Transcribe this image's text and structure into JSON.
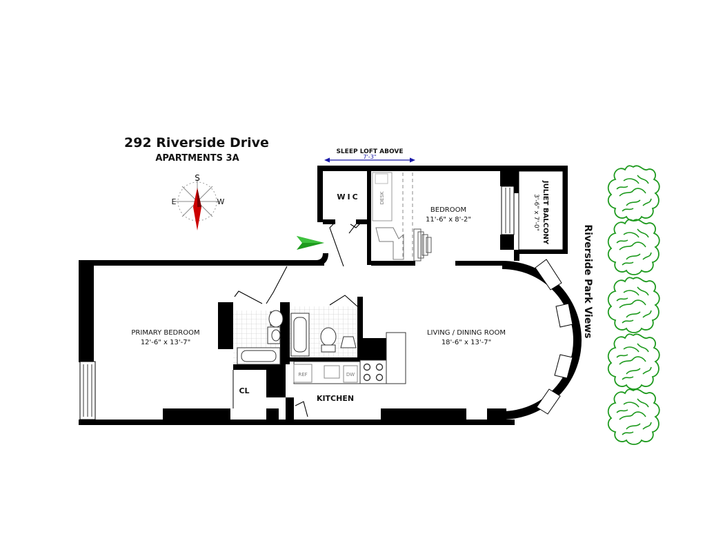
{
  "header": {
    "title": "292 Riverside Drive",
    "subtitle": "APARTMENTS 3A"
  },
  "compass": {
    "north": "S",
    "east": "E",
    "west": "W",
    "needle_color": "#cc0000"
  },
  "loft": {
    "label": "SLEEP LOFT ABOVE",
    "dimension": "7'-3\"",
    "color": "#1a1aa8"
  },
  "rooms": {
    "wic": "WIC",
    "bedroom": {
      "name": "BEDROOM",
      "size": "11'-6\" x  8'-2\""
    },
    "desk": "DESK",
    "balcony": {
      "name": "JULIET BALCONY",
      "size": "3'-6\" x 7'-0\""
    },
    "primary": {
      "name": "PRIMARY BEDROOM",
      "size": "12'-6\" x 13'-7\""
    },
    "living": {
      "name": "LIVING / DINING ROOM",
      "size": "18'-6\" x 13'-7\""
    },
    "closet": "CL",
    "kitchen": "KITCHEN"
  },
  "fixtures": {
    "refrigerator": "REF",
    "dishwasher": "DW"
  },
  "side_label": "Riverside Park Views",
  "colors": {
    "wall": "#000000",
    "entry_arrow": "#1e9a1e",
    "tree": "#1e9a1e"
  }
}
